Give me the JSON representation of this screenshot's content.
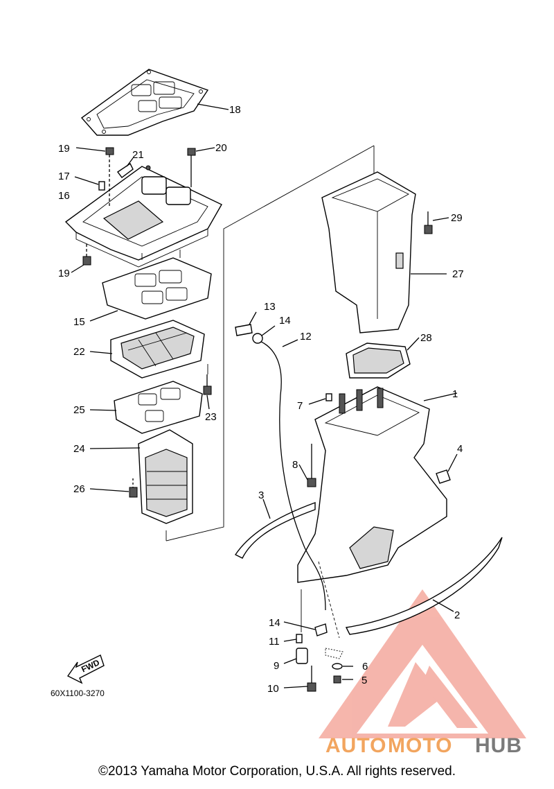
{
  "callouts": [
    "1",
    "2",
    "3",
    "4",
    "5",
    "6",
    "7",
    "8",
    "9",
    "10",
    "11",
    "12",
    "13",
    "14",
    "15",
    "16",
    "17",
    "18",
    "19",
    "20",
    "21",
    "22",
    "23",
    "24",
    "25",
    "26",
    "27",
    "28",
    "29"
  ],
  "duplicate_callouts": {
    "19": "19",
    "14": "14"
  },
  "fwd_label": "FWD",
  "diagram_code": "60X1100-3270",
  "watermark": {
    "brand_auto": "AUTO",
    "brand_moto": "MOTO",
    "brand_hub": "HUB",
    "logo_color": "#f29a8c",
    "accent_color": "#f2a55f"
  },
  "copyright": "©2013 Yamaha Motor Corporation, U.S.A. All rights reserved."
}
